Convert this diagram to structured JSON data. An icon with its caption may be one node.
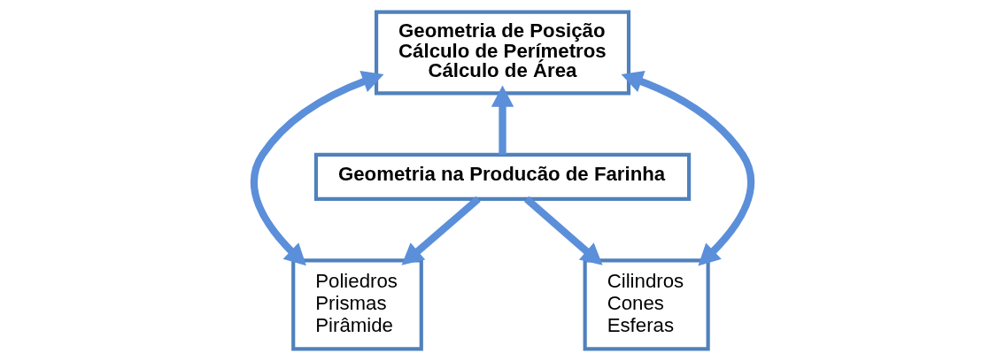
{
  "diagram": {
    "nodes": [
      {
        "text": [
          "Geometria de Posição",
          "Cálculo de Perímetros",
          "Cálculo de Área"
        ]
      },
      {
        "text": [
          "Geometria na Producão de Farinha"
        ]
      },
      {
        "text": [
          "Poliedros",
          "Prismas",
          "Pirâmide"
        ]
      },
      {
        "text": [
          "Cilindros",
          "Cones",
          "Esferas"
        ]
      }
    ],
    "edges": [
      {
        "from": 1,
        "to": 0,
        "arrow": "to"
      },
      {
        "from": 0,
        "to": 2,
        "arrow": "both"
      },
      {
        "from": 0,
        "to": 3,
        "arrow": "both"
      },
      {
        "from": 1,
        "to": 2,
        "arrow": "to"
      },
      {
        "from": 1,
        "to": 3,
        "arrow": "to"
      }
    ]
  }
}
